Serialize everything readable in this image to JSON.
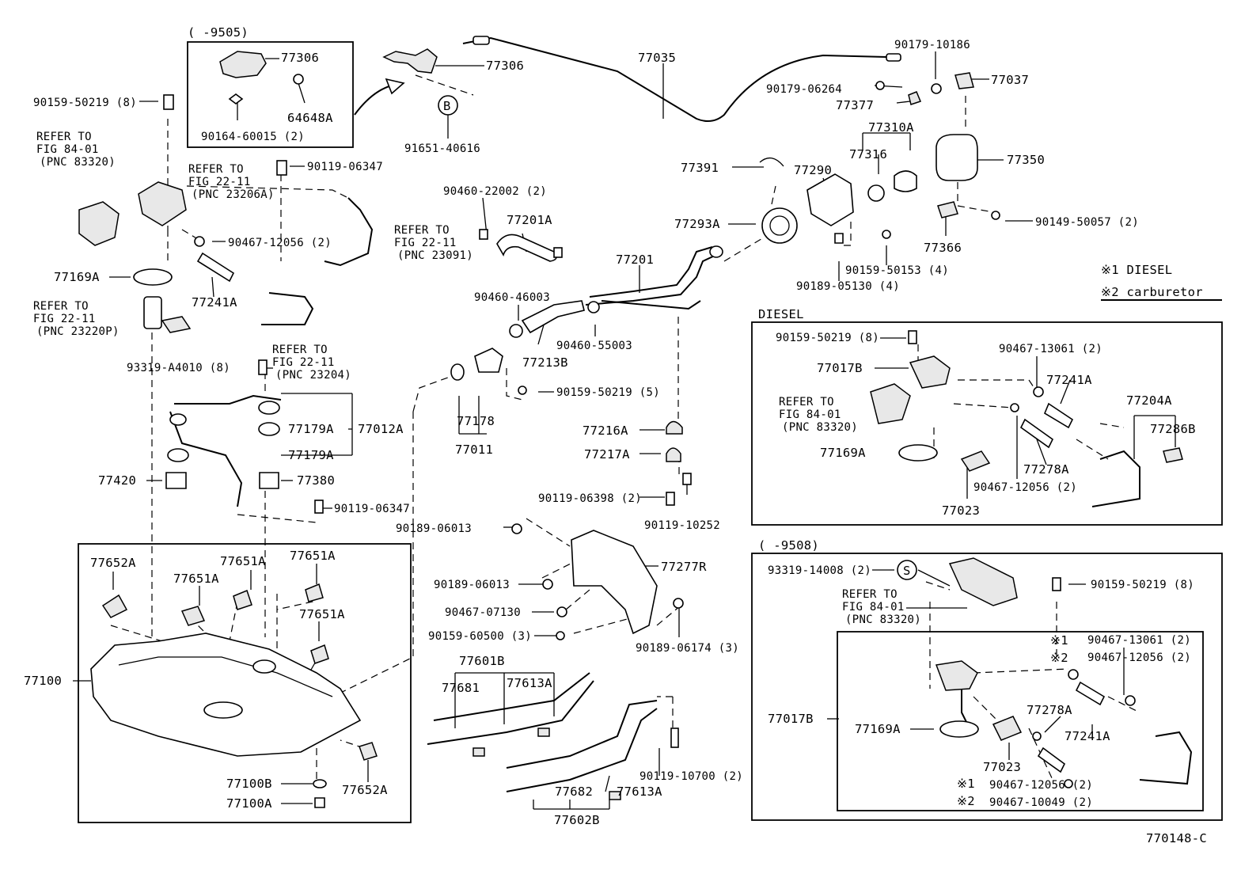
{
  "footer_code": "770148-C",
  "legend": {
    "note1": "※1 DIESEL",
    "note2": "※2 carburetor"
  },
  "groups": {
    "top_left_box": "(      -9505)",
    "diesel_box": "DIESEL",
    "bottom_right_box": "(      -9508)"
  },
  "refs": {
    "r1": [
      "REFER TO",
      "FIG 84-01",
      "(PNC 83320)"
    ],
    "r2": [
      "REFER TO",
      "FIG 22-11",
      "(PNC 23206A)"
    ],
    "r3": [
      "REFER TO",
      "FIG 22-11",
      "(PNC 23091)"
    ],
    "r4": [
      "REFER TO",
      "FIG 22-11",
      "(PNC 23220P)"
    ],
    "r5": [
      "REFER TO",
      "FIG 22-11",
      "(PNC 23204)"
    ],
    "r6": [
      "REFER TO",
      "FIG 84-01",
      "(PNC 83320)"
    ],
    "r7": [
      "REFER TO",
      "FIG 84-01",
      "(PNC 83320)"
    ]
  },
  "callouts": {
    "b": "B",
    "s": "S"
  },
  "parts": {
    "p77306a": "77306",
    "p64648a": "64648A",
    "p90164": "90164-60015 (2)",
    "p77306b": "77306",
    "p91651": "91651-40616",
    "p77035": "77035",
    "p90179_10186": "90179-10186",
    "p90179_06264": "90179-06264",
    "p77037": "77037",
    "p77377": "77377",
    "p90159_50219_8a": "90159-50219 (8)",
    "p90119_06347a": "90119-06347",
    "p90467_12056a": "90467-12056 (2)",
    "p77169a_a": "77169A",
    "p77241a_a": "77241A",
    "p93319_a4010": "93319-A4010 (8)",
    "p77012a": "77012A",
    "p77179a_1": "77179A",
    "p77179a_2": "77179A",
    "p77420": "77420",
    "p77380": "77380",
    "p90119_06347b": "90119-06347",
    "p90460_22002": "90460-22002 (2)",
    "p77201a": "77201A",
    "p90460_46003": "90460-46003",
    "p90460_55003": "90460-55003",
    "p77213b": "77213B",
    "p77178": "77178",
    "p77011": "77011",
    "p90159_50219_5": "90159-50219 (5)",
    "p77201": "77201",
    "p77391": "77391",
    "p77293a": "77293A",
    "p77290": "77290",
    "p77310a": "77310A",
    "p77316": "77316",
    "p77350": "77350",
    "p90149_50057": "90149-50057 (2)",
    "p77366": "77366",
    "p90159_50153": "90159-50153 (4)",
    "p90189_05130": "90189-05130 (4)",
    "p77216a": "77216A",
    "p77217a": "77217A",
    "p90119_06398": "90119-06398 (2)",
    "p90119_10252": "90119-10252",
    "p90189_06013a": "90189-06013",
    "p90189_06013b": "90189-06013",
    "p77277r": "77277R",
    "p90467_07130": "90467-07130",
    "p90159_60500": "90159-60500 (3)",
    "p90189_06174": "90189-06174 (3)",
    "p77601b": "77601B",
    "p77681": "77681",
    "p77613a_a": "77613A",
    "p90119_10700": "90119-10700 (2)",
    "p77682": "77682",
    "p77613a_b": "77613A",
    "p77602b": "77602B",
    "p77652a_a": "77652A",
    "p77651a_1": "77651A",
    "p77651a_2": "77651A",
    "p77651a_3": "77651A",
    "p77651a_4": "77651A",
    "p77100": "77100",
    "p77100b": "77100B",
    "p77100a": "77100A",
    "p77652a_b": "77652A",
    "d90159_50219": "90159-50219 (8)",
    "d90467_13061": "90467-13061 (2)",
    "d77017b": "77017B",
    "d77241a": "77241A",
    "d77204a": "77204A",
    "d77286b": "77286B",
    "d77169a": "77169A",
    "d77278a": "77278A",
    "d90467_12056": "90467-12056 (2)",
    "d77023": "77023",
    "e93319_14008": "93319-14008 (2)",
    "e90159_50219": "90159-50219 (8)",
    "e_n1": "※1",
    "e_n2": "※2",
    "e90467_13061": "90467-13061 (2)",
    "e90467_12056": "90467-12056 (2)",
    "e77017b": "77017B",
    "e77278a": "77278A",
    "e77169a": "77169A",
    "e77241a": "77241A",
    "e77023": "77023",
    "e_n3": "※1",
    "e_n4": "※2",
    "e90467_12056b": "90467-12056 (2)",
    "e90467_10049": "90467-10049 (2)"
  }
}
